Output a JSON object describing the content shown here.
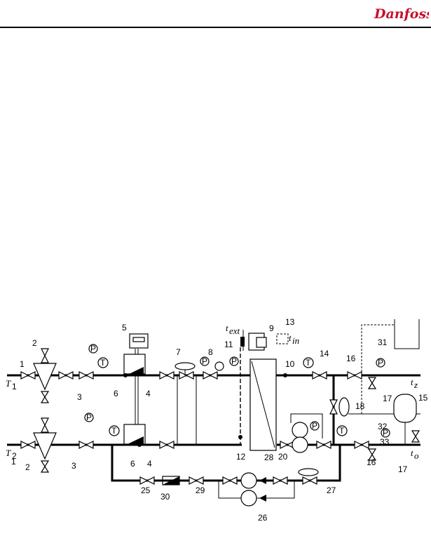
{
  "header": {
    "logo_text": "Danfoss",
    "brand_color": "#c8102e"
  },
  "diagram": {
    "labels": {
      "t1": "T",
      "t1_sub": "1",
      "t2": "T",
      "t2_sub": "2",
      "t_ext": "t",
      "t_ext_sub": "ext",
      "t_in": "t",
      "t_in_sub": "in",
      "t_z": "t",
      "t_z_sub": "z",
      "t_o": "t",
      "t_o_sub": "o",
      "gauge_p": "P",
      "thermo_t": "T"
    },
    "numbers": [
      "1",
      "2",
      "3",
      "4",
      "5",
      "6",
      "7",
      "8",
      "9",
      "10",
      "11",
      "12",
      "13",
      "14",
      "15",
      "16",
      "17",
      "18",
      "20",
      "25",
      "26",
      "27",
      "28",
      "29",
      "30",
      "31",
      "32",
      "33"
    ]
  }
}
